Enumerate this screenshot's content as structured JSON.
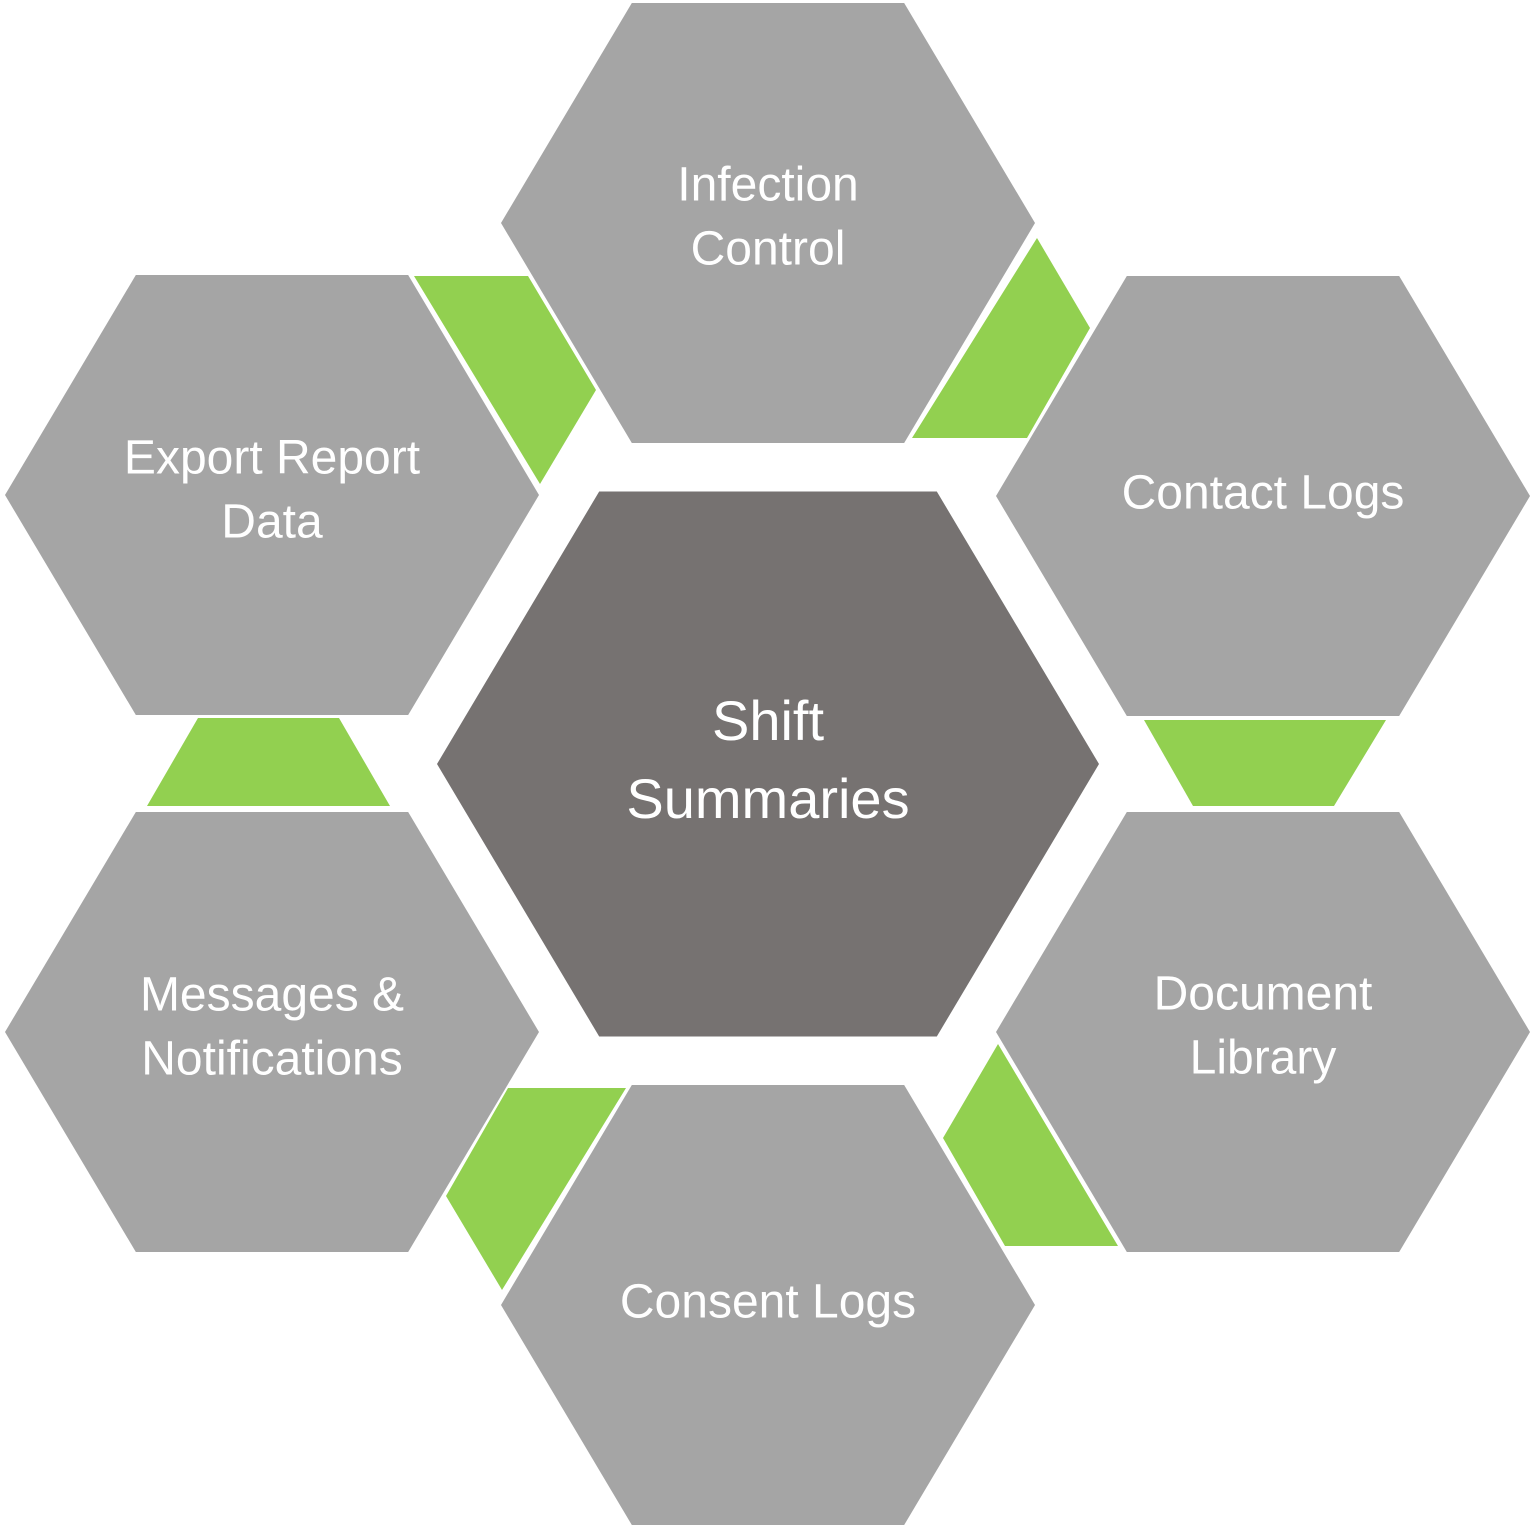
{
  "title": "Shift Summaries feature hexagon diagram",
  "colors": {
    "center_hex": "#767271",
    "outer_hex": "#a5a5a5",
    "connector": "#92d050",
    "text": "#ffffff",
    "background": "#ffffff"
  },
  "center": {
    "id": "shift-summaries",
    "lines": [
      "Shift",
      "Summaries"
    ]
  },
  "nodes": [
    {
      "id": "infection-control",
      "position": "top",
      "lines": [
        "Infection",
        "Control"
      ]
    },
    {
      "id": "contact-logs",
      "position": "upper-right",
      "lines": [
        "Contact Logs"
      ]
    },
    {
      "id": "document-library",
      "position": "lower-right",
      "lines": [
        "Document",
        "Library"
      ]
    },
    {
      "id": "consent-logs",
      "position": "bottom",
      "lines": [
        "Consent  Logs"
      ]
    },
    {
      "id": "messages-notifications",
      "position": "lower-left",
      "lines": [
        "Messages &",
        "Notifications"
      ]
    },
    {
      "id": "export-report-data",
      "position": "upper-left",
      "lines": [
        "Export Report",
        "Data"
      ]
    }
  ],
  "connectors": [
    {
      "from": "infection-control",
      "to": "contact-logs"
    },
    {
      "from": "contact-logs",
      "to": "document-library"
    },
    {
      "from": "document-library",
      "to": "consent-logs"
    },
    {
      "from": "consent-logs",
      "to": "messages-notifications"
    },
    {
      "from": "messages-notifications",
      "to": "export-report-data"
    },
    {
      "from": "export-report-data",
      "to": "infection-control"
    }
  ]
}
